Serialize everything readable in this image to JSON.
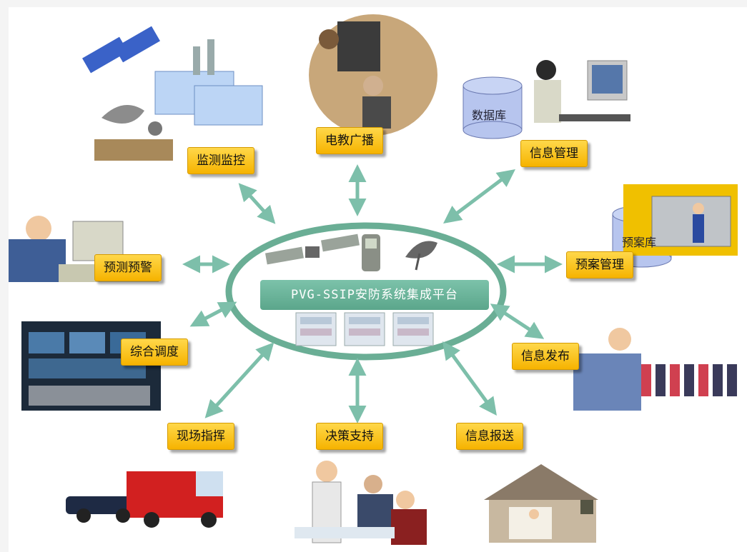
{
  "title": "PVG-SSIP安防系统集成平台",
  "nodes": {
    "monitor": "监测监控",
    "broadcast": "电教广播",
    "info_mgmt": "信息管理",
    "forecast": "预测预警",
    "plan_mgmt": "预案管理",
    "dispatch": "综合调度",
    "info_publish": "信息发布",
    "command": "现场指挥",
    "decision": "决策支持",
    "info_report": "信息报送"
  },
  "databases": {
    "data_db": "数据库",
    "plan_db": "预案库"
  },
  "colors": {
    "arrow": "#7dbfaa",
    "ellipse": "#6aae95",
    "label_bg": "#f9c31a"
  }
}
